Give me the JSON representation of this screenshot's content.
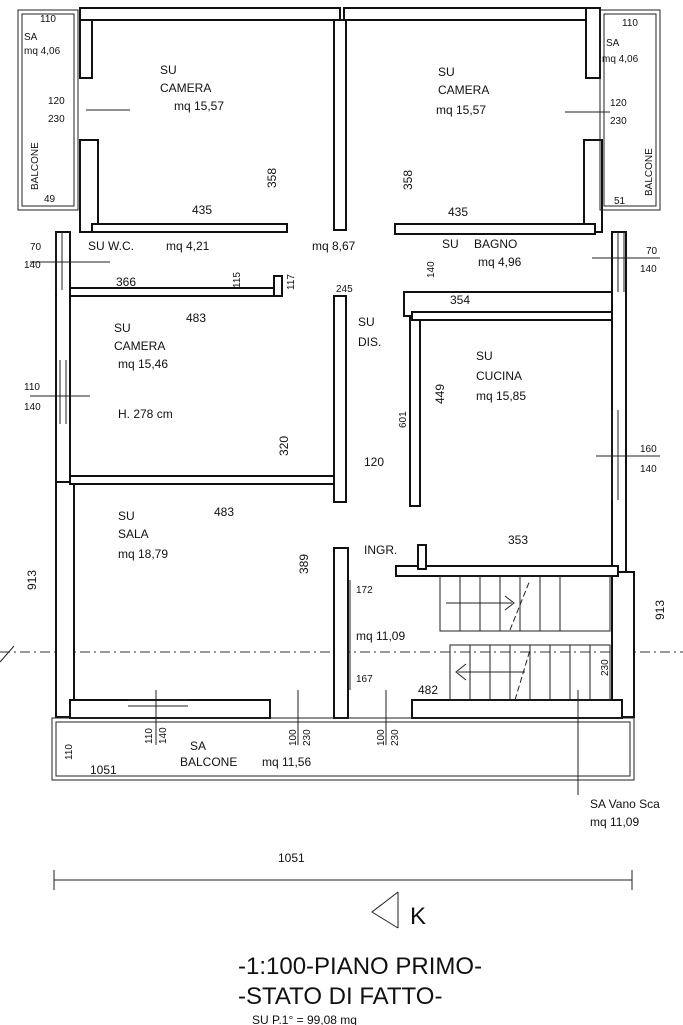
{
  "rooms": {
    "cam1": {
      "type": "SU",
      "name": "CAMERA",
      "area": "mq 15,57",
      "w": "435",
      "h": "358"
    },
    "cam2": {
      "type": "SU",
      "name": "CAMERA",
      "area": "mq 15,57",
      "w": "435",
      "h": "358"
    },
    "wc": {
      "type": "SU",
      "name": "W.C.",
      "area": "mq 4,21",
      "w": "366",
      "h": "115"
    },
    "bagno": {
      "type": "SU",
      "name": "BAGNO",
      "area": "mq 4,96",
      "w": "354",
      "h": "140"
    },
    "cam3": {
      "type": "SU",
      "name": "CAMERA",
      "area": "mq 15,46",
      "w": "483",
      "h": "320",
      "height_note": "H. 278 cm"
    },
    "cucina": {
      "type": "SU",
      "name": "CUCINA",
      "area": "mq 15,85",
      "w": "353",
      "h": "449"
    },
    "sala": {
      "type": "SU",
      "name": "SALA",
      "area": "mq 18,79",
      "w": "483",
      "h": "389"
    },
    "dis": {
      "type": "SU",
      "name": "DIS.",
      "area": "mq 8,67",
      "h": "601",
      "w": "120"
    },
    "ingr": {
      "name": "INGR.",
      "area": "mq 11,09"
    },
    "balcone_l": {
      "type": "SA",
      "area": "mq 4,06",
      "name": "BALCONE",
      "top": "110",
      "bottom": "49"
    },
    "balcone_r": {
      "type": "SA",
      "area": "mq 4,06",
      "name": "BALCONE",
      "top": "110",
      "bottom": "51"
    },
    "balcone_s": {
      "type": "SA",
      "name": "BALCONE",
      "area": "mq 11,56",
      "w": "1051",
      "h": "110"
    },
    "vano_scala": {
      "label": "SA  Vano Sca",
      "area": "mq 11,09"
    }
  },
  "dims": {
    "d117": "117",
    "d245": "245",
    "d172": "172",
    "d167": "167",
    "d482": "482",
    "d230": "230",
    "overall_w": "1051",
    "overall_h": "913",
    "win_l1": "120",
    "win_l1b": "230",
    "win_r1": "120",
    "win_r1b": "230",
    "win_l2": "70",
    "win_l2b": "140",
    "win_r2": "70",
    "win_r2b": "140",
    "win_l3": "110",
    "win_l3b": "140",
    "win_r3": "160",
    "win_r3b": "140",
    "door_s1": "110",
    "door_s1b": "140",
    "door_s2": "100",
    "door_s2b": "230",
    "door_s3": "100",
    "door_s3b": "230"
  },
  "footer": {
    "north": "K",
    "line1": "-1:100-PIANO PRIMO-",
    "line2": "-STATO  DI  FATTO-",
    "line3": "SU  P.1°  =  99,08 mq"
  }
}
